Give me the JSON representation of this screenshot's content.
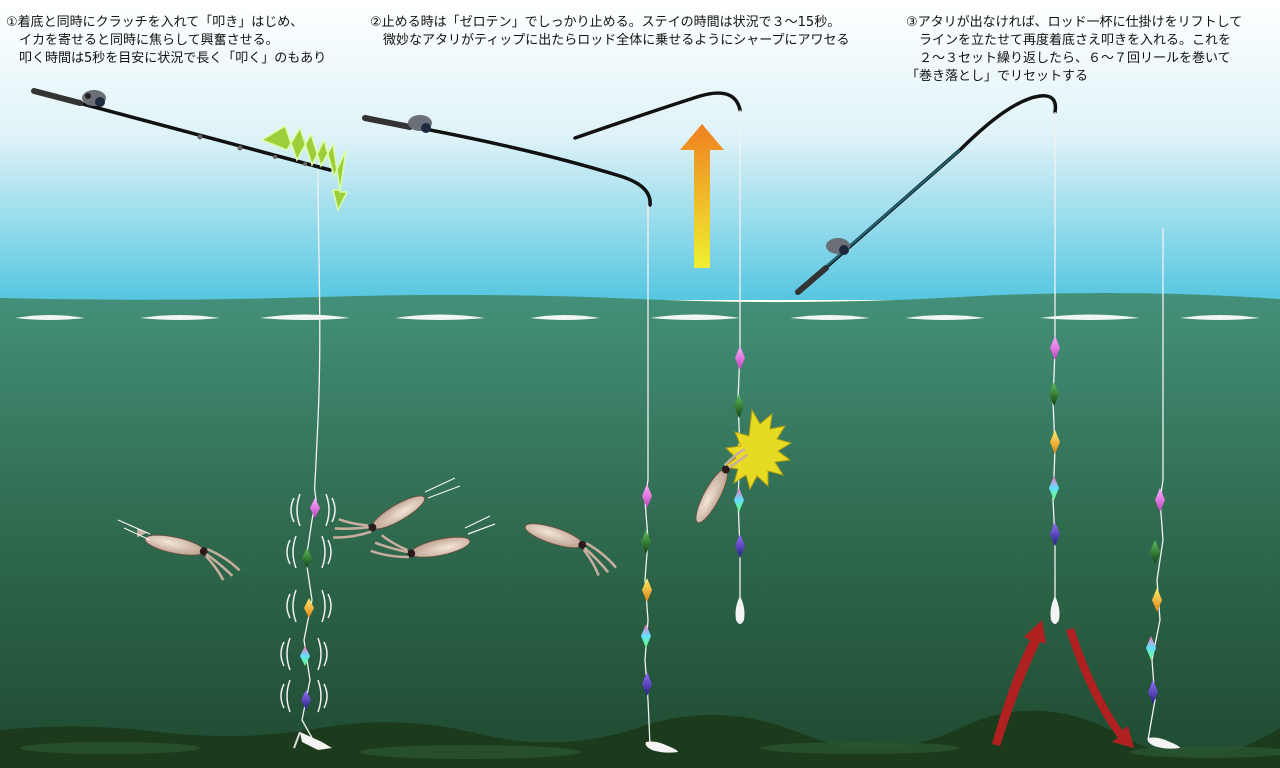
{
  "captions": [
    {
      "id": "step-1",
      "lines": [
        "①着底と同時にクラッチを入れて「叩き」はじめ、",
        "　イカを寄せると同時に焦らして興奮させる。",
        "　叩く時間は5秒を目安に状況で長く「叩く」のもあり"
      ]
    },
    {
      "id": "step-2",
      "lines": [
        "②止める時は「ゼロテン」でしっかり止める。ステイの時間は状況で３～15秒。",
        "　微妙なアタリがティップに出たらロッド全体に乗せるようにシャープにアワセる"
      ]
    },
    {
      "id": "step-3",
      "lines": [
        "③アタリが出なければ、ロッド一杯に仕掛けをリフトして",
        "　ラインを立たせて再度着底さえ叩きを入れる。これを",
        "　２～３セット繰り返したら、６～７回リールを巻いて",
        "「巻き落とし」でリセットする"
      ]
    }
  ],
  "colors": {
    "sky_top": "#ffffff",
    "sky_bottom": "#56c6e0",
    "water_top": "#3f8a72",
    "water_bottom": "#1f4a30",
    "seabed": "#1c3a1c",
    "line": "#f2f2f2",
    "zigzag": "#9acd32",
    "lift_arrow_top": "#f08020",
    "lift_arrow_bottom": "#f0f030",
    "reset_arrow": "#b02020",
    "strike_burst": "#f0e020"
  },
  "icons": [
    "rod-icon",
    "squid-icon",
    "egi-icon",
    "sinker-icon",
    "zigzag-arrow-icon",
    "lift-arrow-icon",
    "strike-burst-icon",
    "reset-arrow-icon"
  ]
}
